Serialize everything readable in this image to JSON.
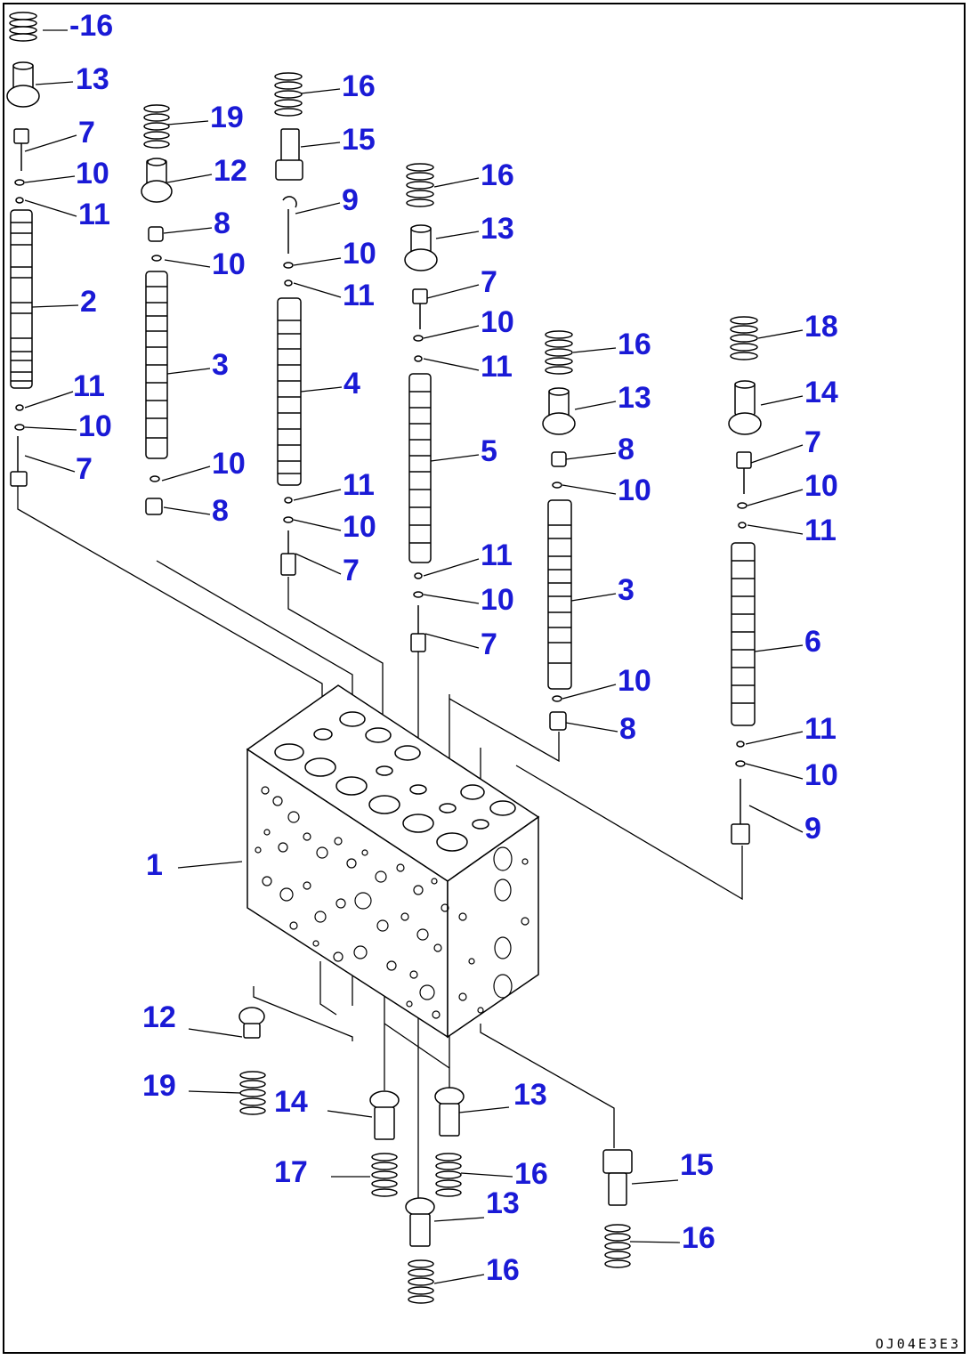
{
  "colors": {
    "callout": "#1a1ad6",
    "line": "#000000"
  },
  "drawing_code": "OJ04E3E3",
  "callouts": [
    {
      "id": "c01",
      "label": "-16"
    },
    {
      "id": "c02",
      "label": "13"
    },
    {
      "id": "c03",
      "label": "7"
    },
    {
      "id": "c04",
      "label": "10"
    },
    {
      "id": "c05",
      "label": "11"
    },
    {
      "id": "c06",
      "label": "2"
    },
    {
      "id": "c07",
      "label": "11"
    },
    {
      "id": "c08",
      "label": "10"
    },
    {
      "id": "c09",
      "label": "7"
    },
    {
      "id": "c10",
      "label": "19"
    },
    {
      "id": "c11",
      "label": "12"
    },
    {
      "id": "c12",
      "label": "8"
    },
    {
      "id": "c13",
      "label": "10"
    },
    {
      "id": "c14",
      "label": "3"
    },
    {
      "id": "c15",
      "label": "10"
    },
    {
      "id": "c16",
      "label": "8"
    },
    {
      "id": "c17",
      "label": "16"
    },
    {
      "id": "c18",
      "label": "15"
    },
    {
      "id": "c19",
      "label": "9"
    },
    {
      "id": "c20",
      "label": "10"
    },
    {
      "id": "c21",
      "label": "11"
    },
    {
      "id": "c22",
      "label": "4"
    },
    {
      "id": "c23",
      "label": "11"
    },
    {
      "id": "c24",
      "label": "10"
    },
    {
      "id": "c25",
      "label": "7"
    },
    {
      "id": "c26",
      "label": "16"
    },
    {
      "id": "c27",
      "label": "13"
    },
    {
      "id": "c28",
      "label": "7"
    },
    {
      "id": "c29",
      "label": "10"
    },
    {
      "id": "c30",
      "label": "11"
    },
    {
      "id": "c31",
      "label": "5"
    },
    {
      "id": "c32",
      "label": "11"
    },
    {
      "id": "c33",
      "label": "10"
    },
    {
      "id": "c34",
      "label": "7"
    },
    {
      "id": "c35",
      "label": "16"
    },
    {
      "id": "c36",
      "label": "13"
    },
    {
      "id": "c37",
      "label": "8"
    },
    {
      "id": "c38",
      "label": "10"
    },
    {
      "id": "c39",
      "label": "3"
    },
    {
      "id": "c40",
      "label": "10"
    },
    {
      "id": "c41",
      "label": "8"
    },
    {
      "id": "c42",
      "label": "18"
    },
    {
      "id": "c43",
      "label": "14"
    },
    {
      "id": "c44",
      "label": "7"
    },
    {
      "id": "c45",
      "label": "10"
    },
    {
      "id": "c46",
      "label": "11"
    },
    {
      "id": "c47",
      "label": "6"
    },
    {
      "id": "c48",
      "label": "11"
    },
    {
      "id": "c49",
      "label": "10"
    },
    {
      "id": "c50",
      "label": "9"
    },
    {
      "id": "c51",
      "label": "1"
    },
    {
      "id": "c52",
      "label": "12"
    },
    {
      "id": "c53",
      "label": "19"
    },
    {
      "id": "c54",
      "label": "14"
    },
    {
      "id": "c55",
      "label": "13"
    },
    {
      "id": "c56",
      "label": "15"
    },
    {
      "id": "c57",
      "label": "17"
    },
    {
      "id": "c58",
      "label": "16"
    },
    {
      "id": "c59",
      "label": "13"
    },
    {
      "id": "c60",
      "label": "16"
    },
    {
      "id": "c61",
      "label": "16"
    }
  ]
}
